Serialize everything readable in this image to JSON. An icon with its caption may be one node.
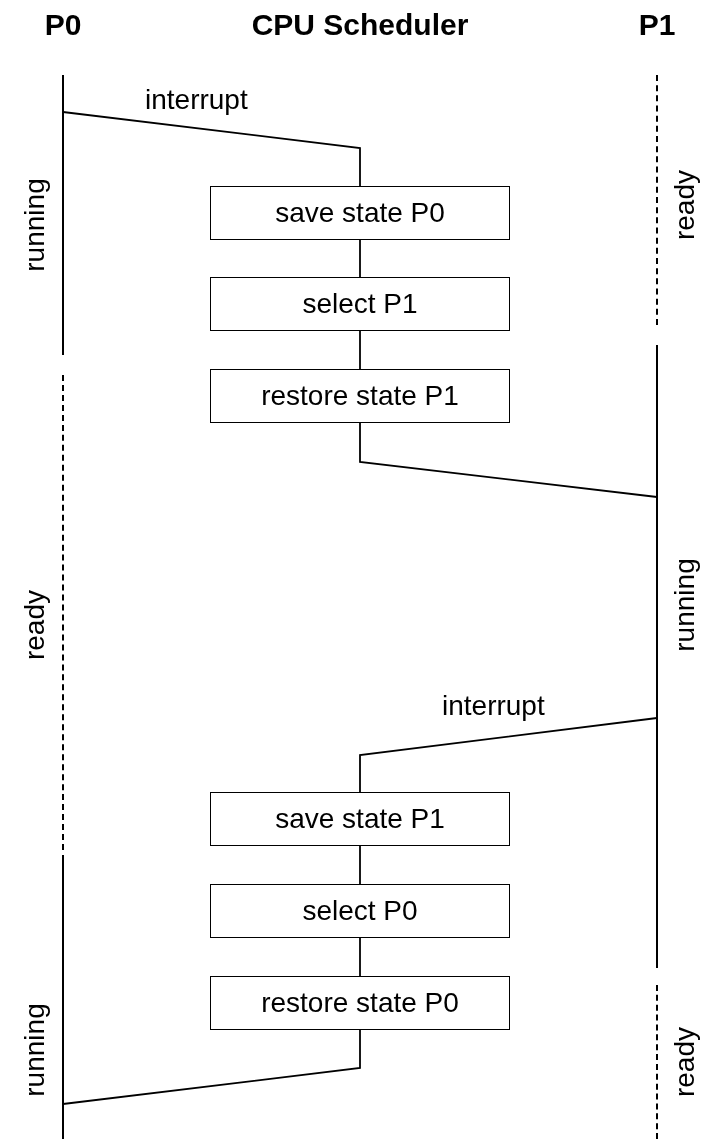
{
  "diagram": {
    "nodes": [
      {
        "text": [],
        "shape": "line",
        "beside": [
          "running"
        ]
      },
      {
        "text": [],
        "shape": "line",
        "beside": [
          "ready"
        ]
      },
      {
        "text": [
          "save state P0"
        ]
      },
      {
        "text": [
          "select P1"
        ]
      },
      {
        "text": [
          "restore state P1"
        ]
      },
      {
        "text": [],
        "shape": "line",
        "beside": [
          "ready"
        ]
      },
      {
        "text": [],
        "shape": "line",
        "beside": [
          "running"
        ]
      },
      {
        "text": [
          "save state P1"
        ]
      },
      {
        "text": [
          "select P0"
        ]
      },
      {
        "text": [
          "restore state P0"
        ]
      },
      {
        "text": [],
        "shape": "line",
        "beside": [
          "running"
        ]
      },
      {
        "text": [],
        "shape": "line",
        "beside": [
          "ready"
        ]
      }
    ],
    "edges": [
      {
        "from": 0,
        "to": 2,
        "arrow": "none",
        "label": "interrupt"
      },
      {
        "from": 2,
        "to": 3,
        "arrow": "none"
      },
      {
        "from": 3,
        "to": 4,
        "arrow": "none"
      },
      {
        "from": 4,
        "to": 6,
        "arrow": "none"
      },
      {
        "from": 6,
        "to": 7,
        "arrow": "none",
        "label": "interrupt"
      },
      {
        "from": 7,
        "to": 8,
        "arrow": "none"
      },
      {
        "from": 8,
        "to": 9,
        "arrow": "none"
      },
      {
        "from": 9,
        "to": 10,
        "arrow": "none"
      }
    ],
    "labels": [
      "P0",
      "CPU Scheduler",
      "P1"
    ]
  }
}
